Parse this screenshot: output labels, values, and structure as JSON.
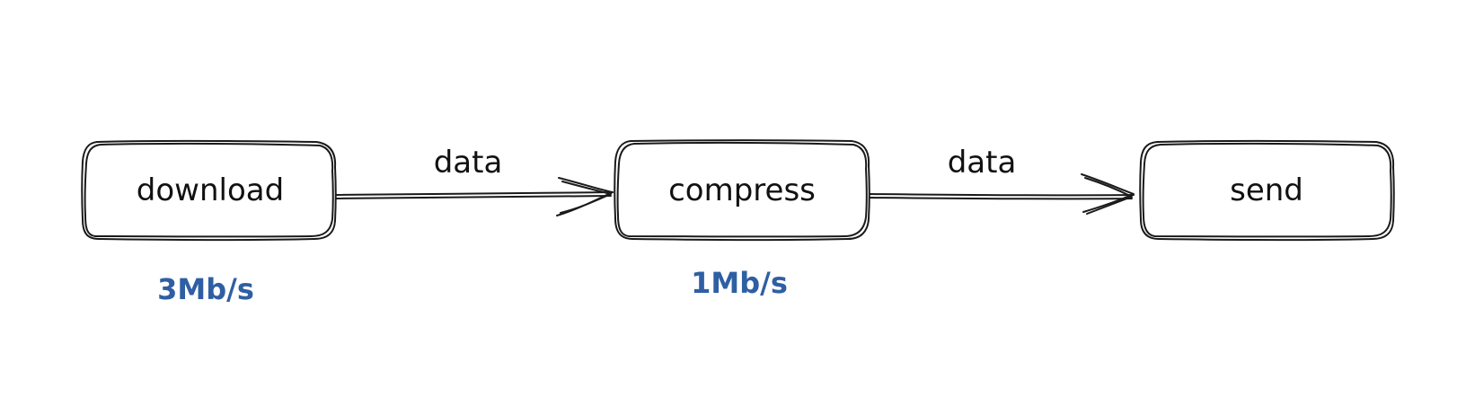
{
  "nodes": [
    {
      "id": "download",
      "label": "download"
    },
    {
      "id": "compress",
      "label": "compress"
    },
    {
      "id": "send",
      "label": "send"
    }
  ],
  "edges": [
    {
      "from": "download",
      "to": "compress",
      "label": "data"
    },
    {
      "from": "compress",
      "to": "send",
      "label": "data"
    }
  ],
  "annotations": [
    {
      "node": "download",
      "text": "3Mb/s"
    },
    {
      "node": "compress",
      "text": "1Mb/s"
    }
  ],
  "colors": {
    "stroke": "#1a1a1a",
    "text": "#111111",
    "annotation": "#2f5fa3",
    "background": "#ffffff"
  }
}
